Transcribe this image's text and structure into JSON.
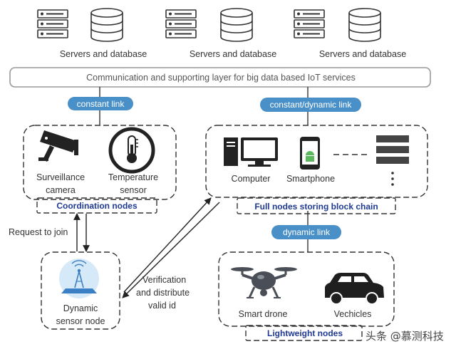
{
  "servers": [
    {
      "label": "Servers and database"
    },
    {
      "label": "Servers and database"
    },
    {
      "label": "Servers and database"
    }
  ],
  "layer": {
    "label": "Communication and supporting layer for big data based IoT services"
  },
  "links": {
    "constant": "constant link",
    "constant_dynamic": "constant/dynamic link",
    "dynamic": "dynamic link"
  },
  "coordination": {
    "title": "Coordination nodes",
    "camera": [
      "Surveillance",
      "camera"
    ],
    "temperature": [
      "Temperature",
      "sensor"
    ]
  },
  "full_nodes": {
    "title": "Full nodes storing block chain",
    "computer": "Computer",
    "smartphone": "Smartphone"
  },
  "dynamic_node": {
    "label": [
      "Dynamic",
      "sensor node"
    ],
    "request": "Request to join",
    "verification": [
      "Verification",
      "and distribute",
      "valid id"
    ]
  },
  "lightweight": {
    "title": "Lightweight nodes",
    "drone": "Smart drone",
    "vehicles": "Vechicles"
  },
  "watermark": "头条 @慕测科技",
  "colors": {
    "pill": "#4a90c8",
    "title": "#1f3a93",
    "ink": "#2b2b2b"
  }
}
